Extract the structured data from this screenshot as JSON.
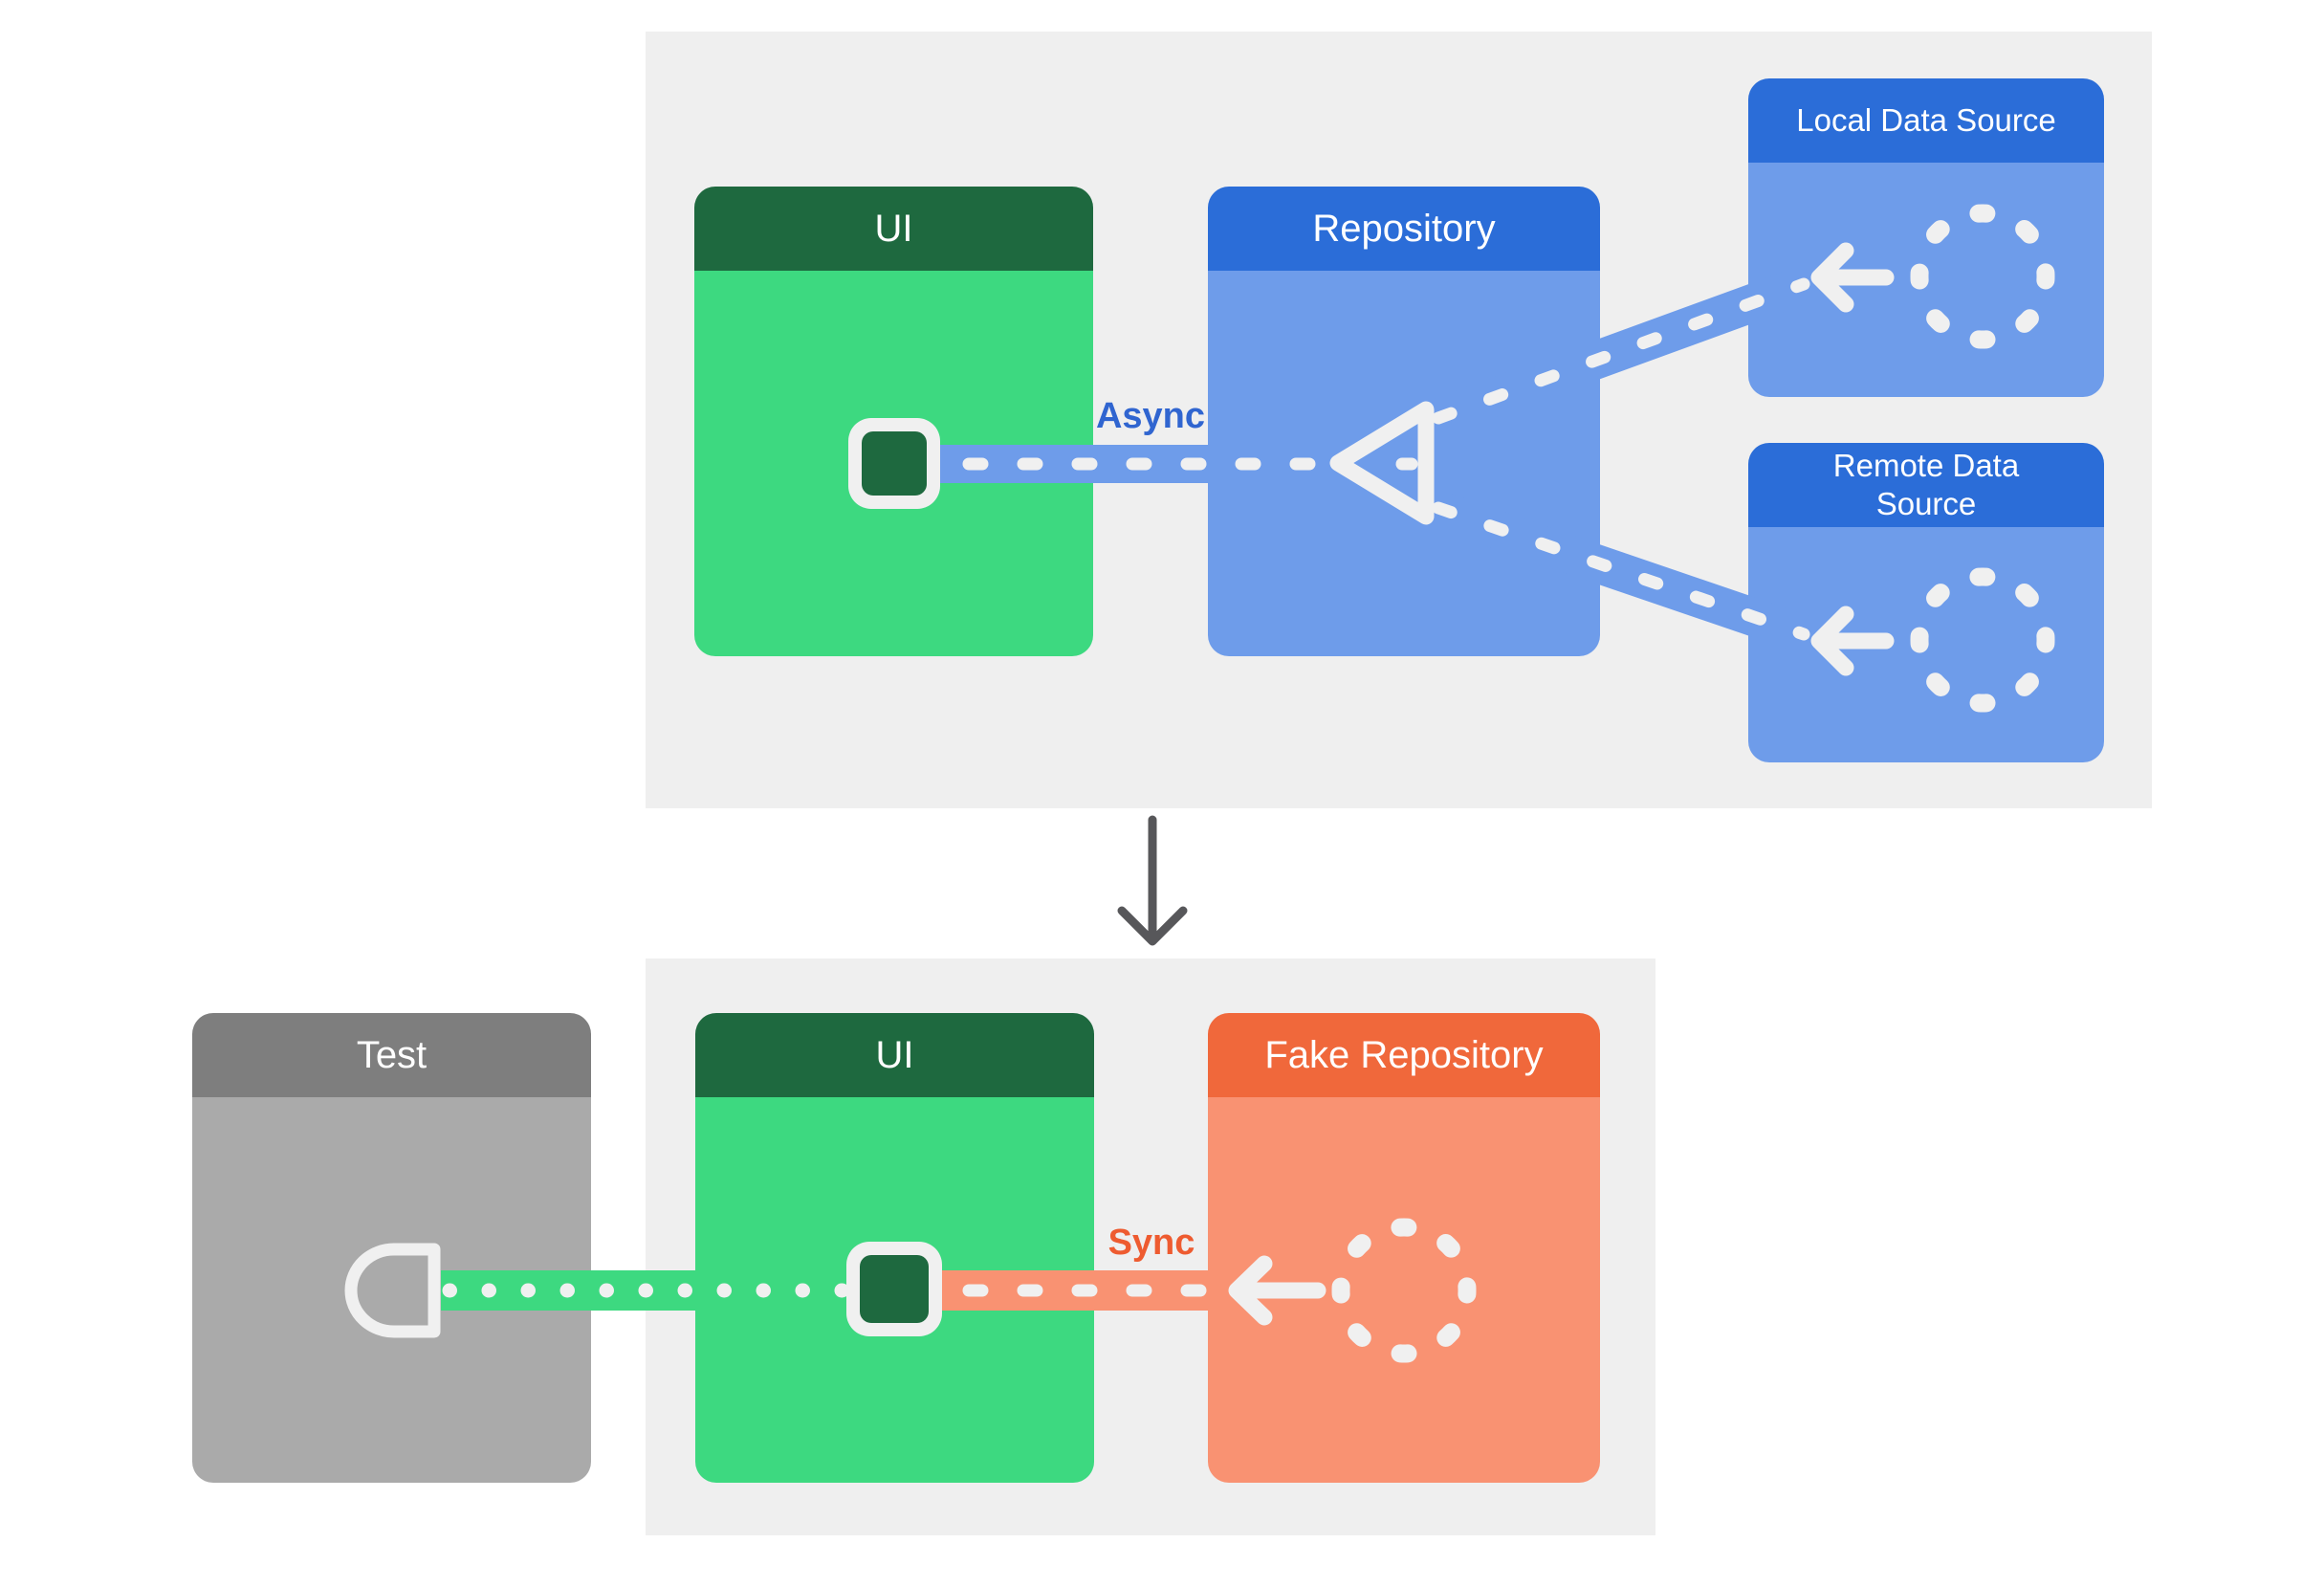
{
  "sections": {
    "production": {
      "cards": {
        "ui": {
          "title": "UI"
        },
        "repository": {
          "title": "Repository"
        },
        "local_data_source": {
          "title": "Local Data Source"
        },
        "remote_data_source": {
          "title": "Remote Data Source"
        }
      },
      "connection_label": "Async"
    },
    "testing": {
      "cards": {
        "test": {
          "title": "Test"
        },
        "ui": {
          "title": "UI"
        },
        "fake_repository": {
          "title": "Fake Repository"
        }
      },
      "connection_label": "Sync"
    }
  },
  "icons": {
    "ui_state": "rounded-square",
    "data_source": "dashed-circle",
    "test_socket": "half-circle-socket",
    "flow_arrow": "left-arrow",
    "merge_arrowhead": "open-triangle-left",
    "section_flow": "down-arrow"
  },
  "colors": {
    "page_background": "#FFFFFF",
    "panel_background": "#EFEFEF",
    "green_header": "#1E693F",
    "green_body": "#3DD980",
    "blue_header": "#2B6DD8",
    "blue_body": "#6E9CEA",
    "orange_header": "#F0683B",
    "orange_body": "#F99272",
    "gray_header": "#7E7E7E",
    "gray_body": "#AAAAAA",
    "connector_stroke": "#F0F0F0",
    "async_label": "#3065D0",
    "sync_label": "#EE5B30",
    "down_arrow": "#57575A"
  }
}
